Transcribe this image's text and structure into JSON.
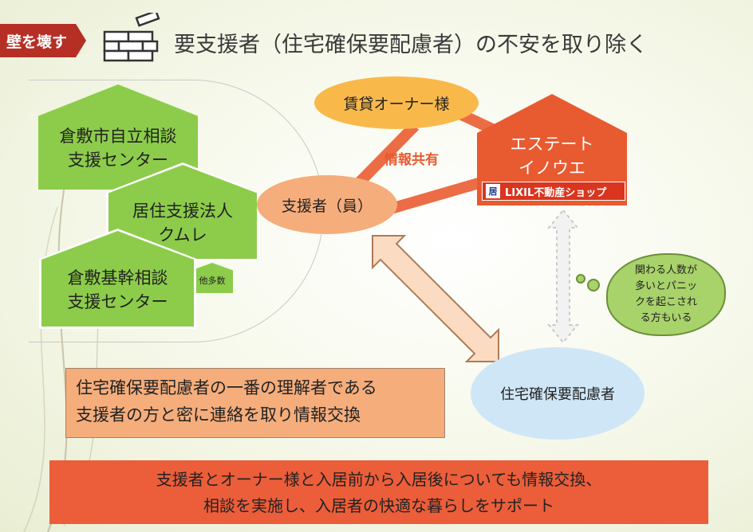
{
  "header": {
    "tag": "壁を壊す",
    "brick_icon": "brick-wall-icon",
    "title": "要支援者（住宅確保要配慮者）の不安を取り除く"
  },
  "organizations": [
    {
      "line1": "倉敷市自立相談",
      "line2": "支援センター"
    },
    {
      "line1": "居住支援法人",
      "line2": "クムレ"
    },
    {
      "line1": "倉敷基幹相談",
      "line2": "支援センター"
    }
  ],
  "others_label": "他多数",
  "nodes": {
    "owner": "賃貸オーナー様",
    "supporter": "支援者（員）",
    "client": "住宅確保要配慮者",
    "estate_line1": "エステート",
    "estate_line2": "イノウエ",
    "lixil": "LIXIL不動産ショップ"
  },
  "info_share": "情報共有",
  "cloud": {
    "line1": "関わる人数が",
    "line2": "多いとパニッ",
    "line3": "クを起こされ",
    "line4": "る方もいる"
  },
  "box1": {
    "line1": "住宅確保要配慮者の一番の理解者である",
    "line2": "支援者の方と密に連絡を取り情報交換"
  },
  "box2": {
    "line1": "支援者とオーナー様と入居前から入居後についても情報交換、",
    "line2": "相談を実施し、入居者の快適な暮らしをサポート"
  },
  "colors": {
    "green": "#8ccc4a",
    "orange": "#e85a30",
    "owner_oval": "#f9b94a",
    "supporter_oval": "#f5ad7c",
    "client_oval": "#cfe6f7",
    "tag_red": "#b52f25"
  }
}
